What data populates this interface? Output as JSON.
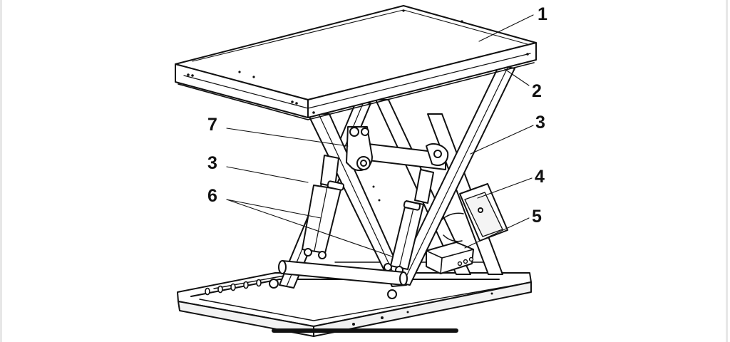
{
  "labels": {
    "l1": "1",
    "l2": "2",
    "l3a": "3",
    "l3b": "3",
    "l4": "4",
    "l5": "5",
    "l6": "6",
    "l7": "7"
  },
  "colors": {
    "line": "#111111",
    "fill": "#ffffff",
    "shade": "#e6e6e6",
    "frame": "#e7e7e7"
  }
}
